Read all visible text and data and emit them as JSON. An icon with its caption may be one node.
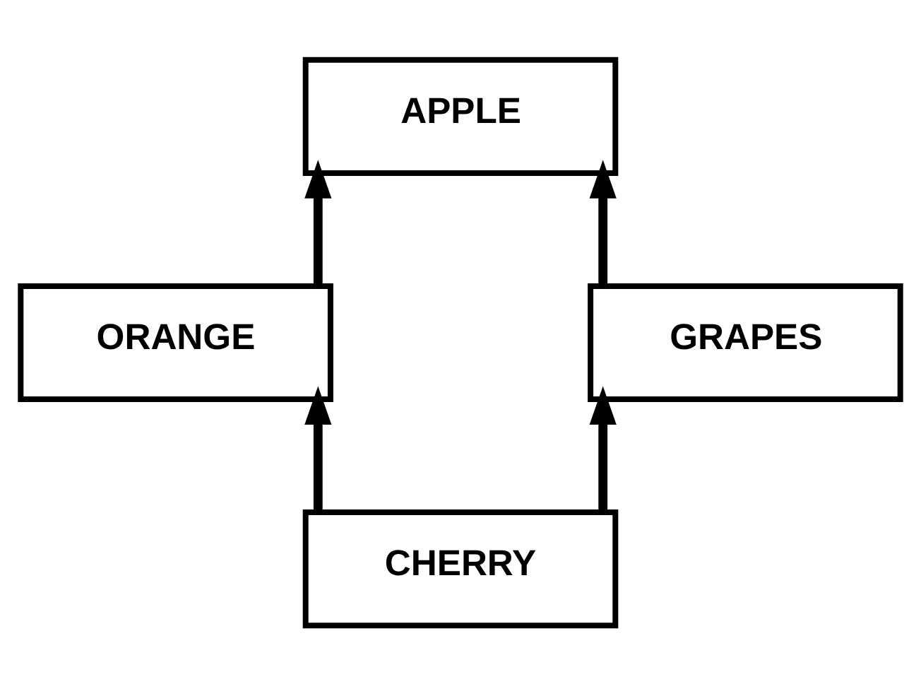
{
  "diagram": {
    "nodes": [
      {
        "text": [
          "APPLE"
        ]
      },
      {
        "text": [
          "ORANGE"
        ]
      },
      {
        "text": [
          "GRAPES"
        ]
      },
      {
        "text": [
          "CHERRY"
        ]
      }
    ],
    "edges": [
      {
        "from": 1,
        "to": 0,
        "arrow": "to"
      },
      {
        "from": 2,
        "to": 0,
        "arrow": "to"
      },
      {
        "from": 3,
        "to": 1,
        "arrow": "to"
      },
      {
        "from": 3,
        "to": 2,
        "arrow": "to"
      }
    ]
  }
}
